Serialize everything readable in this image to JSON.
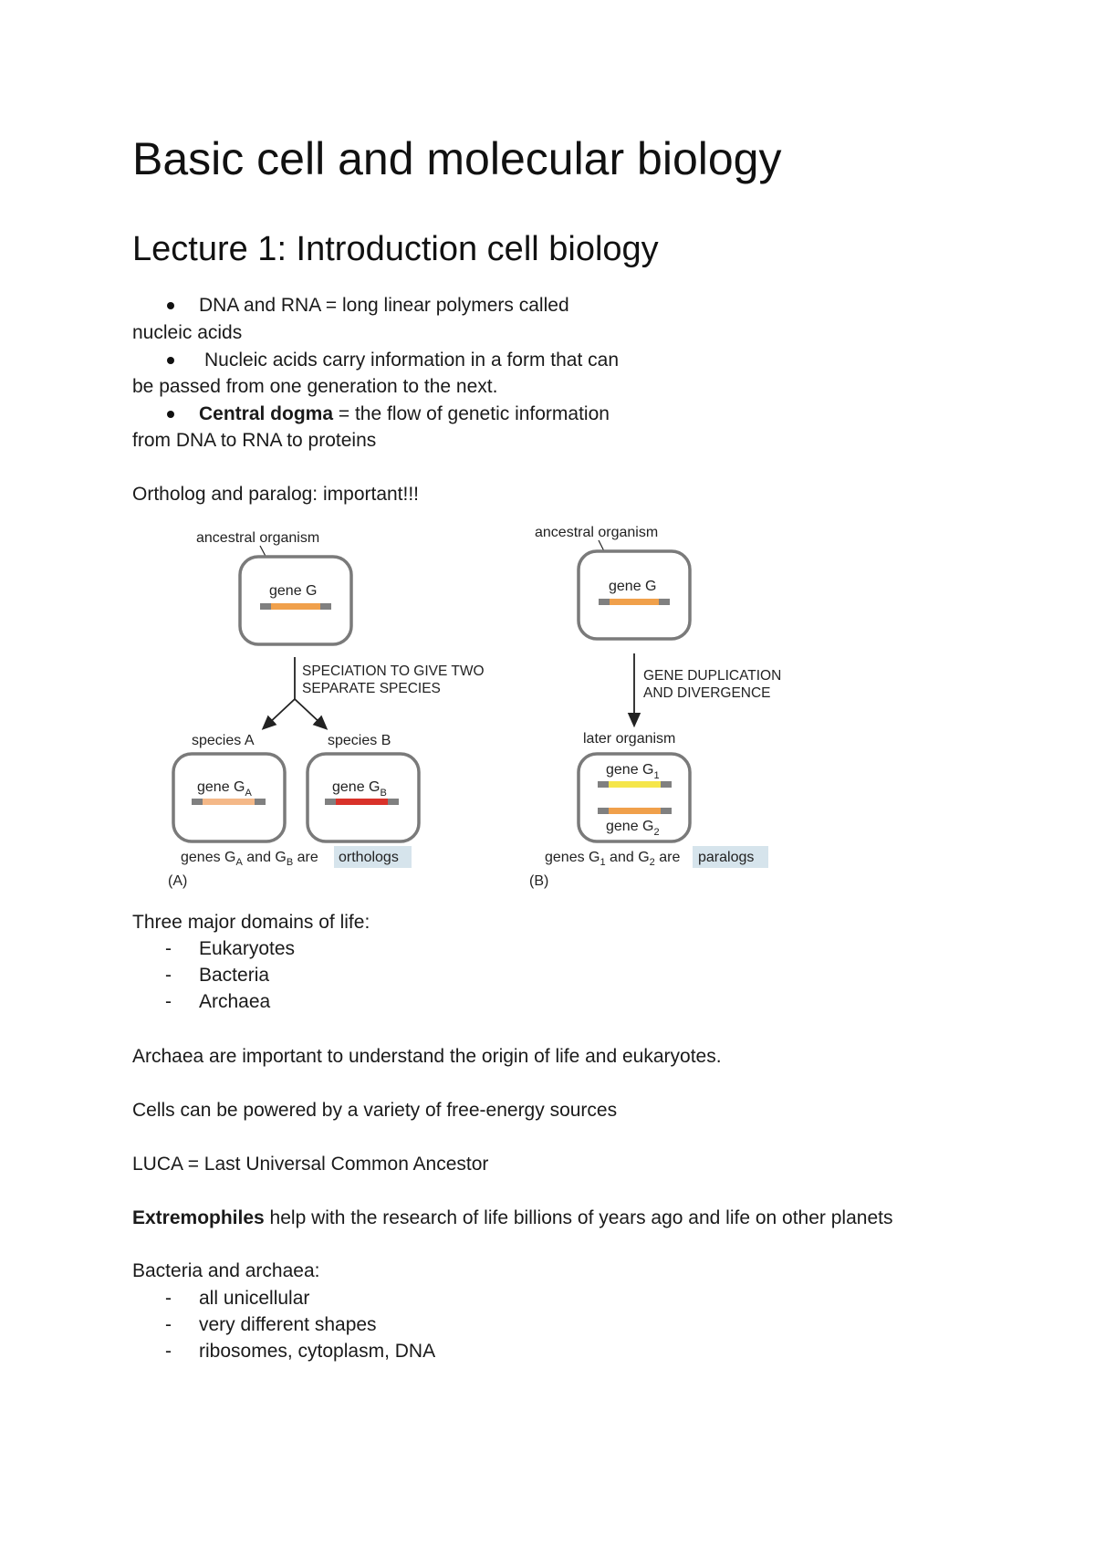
{
  "doc": {
    "title": "Basic cell and molecular biology",
    "lecture": "Lecture 1: Introduction cell biology",
    "bullets": [
      {
        "line1": "DNA and RNA = long linear polymers called",
        "line2": "nucleic acids"
      },
      {
        "line1": "Nucleic acids carry information in a form that can",
        "line2": "be passed from one generation to the next."
      },
      {
        "bold": "Central dogma",
        "line1": " = the flow of genetic information",
        "line2": "from DNA to RNA to proteins"
      }
    ],
    "ortholog_heading": "Ortholog and paralog: important!!!",
    "domains_heading": "Three major domains of life:",
    "domains": [
      "Eukaryotes",
      "Bacteria",
      "Archaea"
    ],
    "archaea_note": "Archaea are important to understand the origin of life and eukaryotes.",
    "energy_note": "Cells can be powered by a variety of free-energy sources",
    "luca_note": "LUCA = Last Universal Common Ancestor",
    "extremophiles_bold": "Extremophiles",
    "extremophiles_rest": " help with the research of life billions of years ago and life on other planets",
    "bact_heading": "Bacteria and archaea:",
    "bact_items": [
      "all unicellular",
      "very different shapes",
      "ribosomes, cytoplasm, DNA"
    ]
  },
  "figure": {
    "a": {
      "ancestral": "ancestral organism",
      "gene": "gene G",
      "speciation_1": "SPECIATION TO GIVE TWO",
      "speciation_2": "SEPARATE SPECIES",
      "species_a": "species A",
      "species_b": "species B",
      "gene_a": "gene G",
      "gene_a_sub": "A",
      "gene_b": "gene G",
      "gene_b_sub": "B",
      "caption_pre": "genes G",
      "caption_sub1": "A",
      "caption_mid": " and G",
      "caption_sub2": "B",
      "caption_post": " are",
      "caption_highlight": "orthologs",
      "panel": "(A)"
    },
    "b": {
      "ancestral": "ancestral organism",
      "gene": "gene G",
      "dup_1": "GENE DUPLICATION",
      "dup_2": "AND DIVERGENCE",
      "later": "later organism",
      "gene_1": "gene G",
      "gene_1_sub": "1",
      "gene_2": "gene G",
      "gene_2_sub": "2",
      "caption_pre": "genes G",
      "caption_sub1": "1",
      "caption_mid": " and G",
      "caption_sub2": "2",
      "caption_post": " are",
      "caption_highlight": "paralogs",
      "panel": "(B)"
    },
    "colors": {
      "box_stroke": "#7a7a7a",
      "gene_orange": "#f0a04b",
      "gene_light_orange": "#f4b888",
      "gene_red": "#d9322a",
      "gene_yellow": "#f5e64a",
      "gene_gray": "#808080",
      "highlight": "#d6e4ec"
    }
  }
}
